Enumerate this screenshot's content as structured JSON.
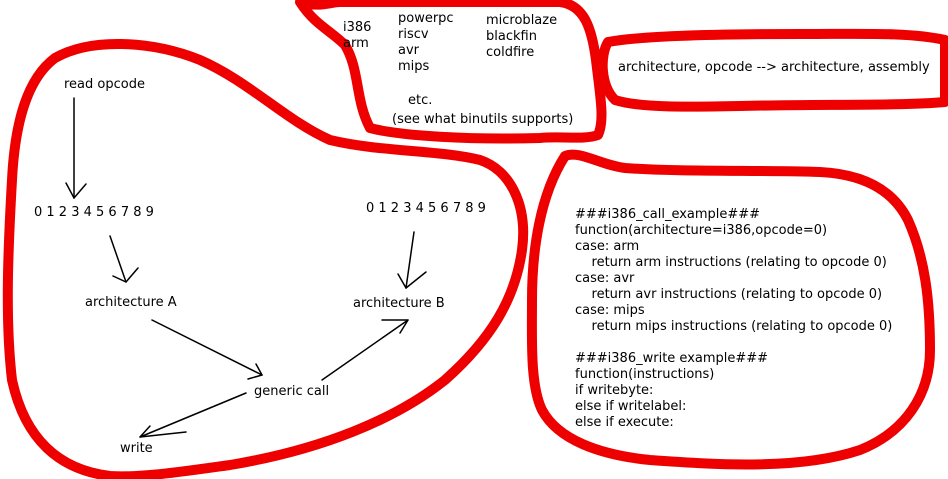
{
  "colors": {
    "outline": "#ee0000",
    "ink": "#000000",
    "background": "#ffffff"
  },
  "flow": {
    "read_opcode": "read opcode",
    "digits_left": "0 1 2 3 4 5 6 7 8 9",
    "digits_right": "0 1 2 3 4 5 6 7 8 9",
    "arch_a": "architecture A",
    "arch_b": "architecture B",
    "generic_call": "generic call",
    "write": "write"
  },
  "architectures": {
    "col1": [
      "i386",
      "arm"
    ],
    "col2": [
      "powerpc",
      "riscv",
      "avr",
      "mips"
    ],
    "col3": [
      "microblaze",
      "blackfin",
      "coldfire"
    ],
    "etc": "etc.",
    "note": "(see what binutils supports)"
  },
  "mapping": {
    "text": "architecture, opcode --> architecture, assembly"
  },
  "code": {
    "lines": [
      "###i386_call_example###",
      "function(architecture=i386,opcode=0)",
      "case: arm",
      "    return arm instructions (relating to opcode 0)",
      "case: avr",
      "    return avr instructions (relating to opcode 0)",
      "case: mips",
      "    return mips instructions (relating to opcode 0)",
      "",
      "###i386_write example###",
      "function(instructions)",
      "if writebyte:",
      "else if writelabel:",
      "else if execute:"
    ]
  }
}
